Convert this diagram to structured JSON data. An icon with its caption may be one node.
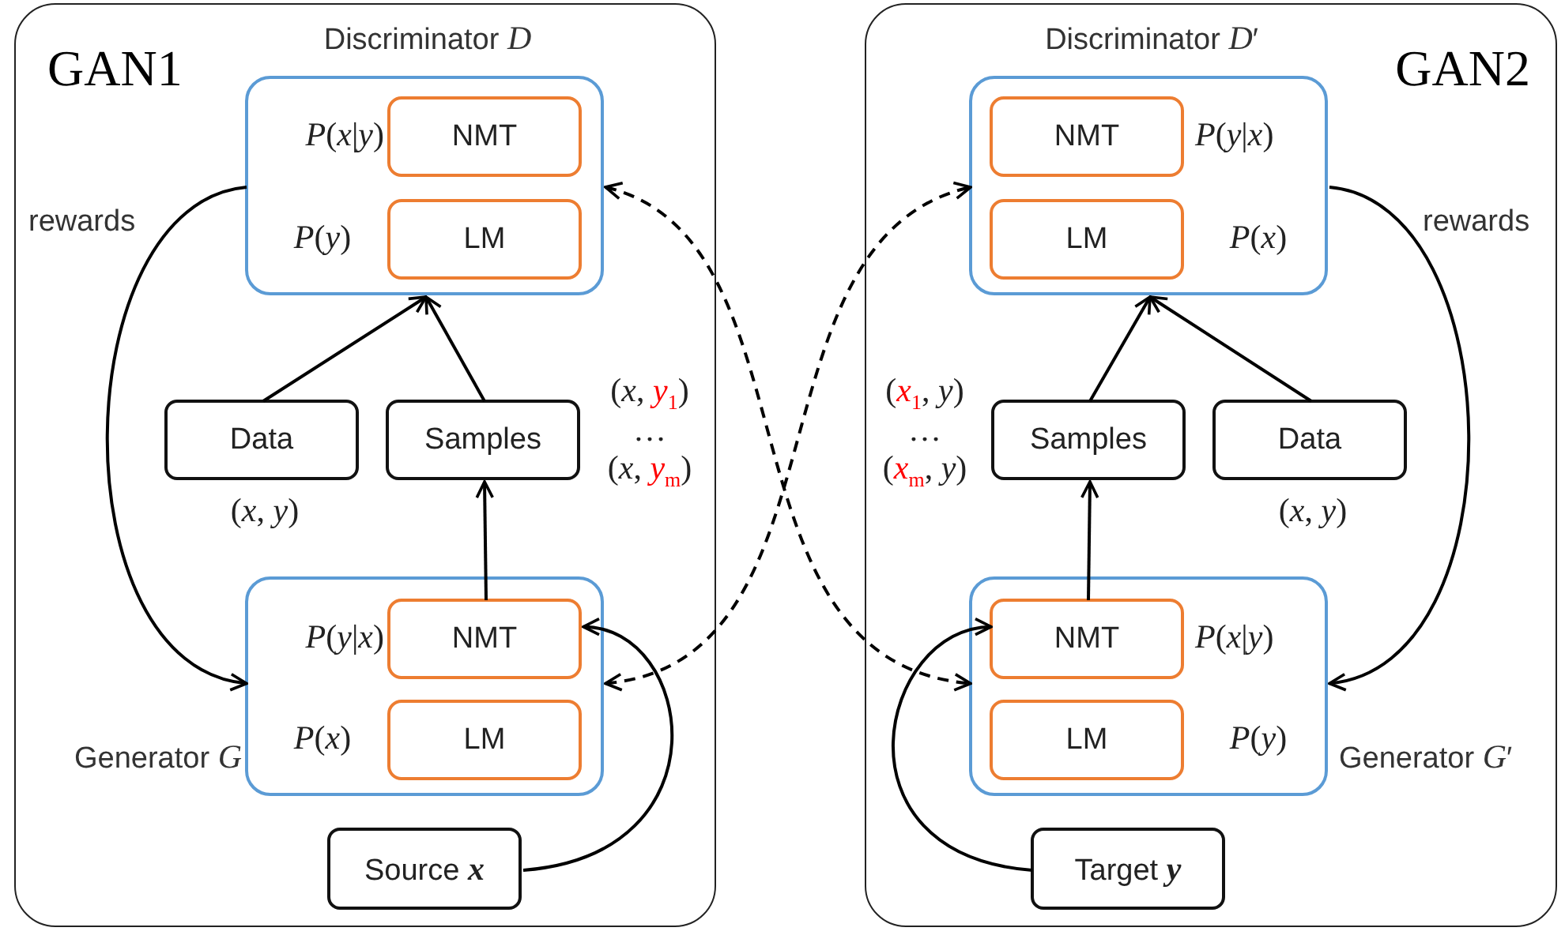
{
  "diagram": {
    "nodes": [
      {
        "text": [
          "GAN1"
        ]
      },
      {
        "text": [
          "Discriminator *D*"
        ],
        "in": 0
      },
      {
        "text": [
          "NMT"
        ],
        "in": 1,
        "beside": [
          "*P*(*x*|*y*)"
        ]
      },
      {
        "text": [
          "LM"
        ],
        "in": 1,
        "beside": [
          "*P*(*y*)"
        ]
      },
      {
        "text": [
          "Data"
        ],
        "in": 0,
        "beside": [
          "(*x*, *y*)"
        ]
      },
      {
        "text": [
          "Samples"
        ],
        "in": 0,
        "beside": [
          "(*x*, *y*$_{1}$)",
          "…",
          "(*x*, *y*$_{m}$)"
        ]
      },
      {
        "text": [
          "Generator *G*"
        ],
        "in": 0
      },
      {
        "text": [
          "NMT"
        ],
        "in": 6,
        "beside": [
          "*P*(*y*|*x*)"
        ]
      },
      {
        "text": [
          "LM"
        ],
        "in": 6,
        "beside": [
          "*P*(*x*)"
        ]
      },
      {
        "text": [
          "Source *x*"
        ],
        "in": 0
      },
      {
        "text": [
          "GAN2"
        ]
      },
      {
        "text": [
          "Discriminator *D*′"
        ],
        "in": 10
      },
      {
        "text": [
          "NMT"
        ],
        "in": 11,
        "beside": [
          "*P*(*y*|*x*)"
        ]
      },
      {
        "text": [
          "LM"
        ],
        "in": 11,
        "beside": [
          "*P*(*x*)"
        ]
      },
      {
        "text": [
          "Samples"
        ],
        "in": 10,
        "beside": [
          "(*x*$_{1}$, *y*)",
          "…",
          "(*x*$_{m}$, *y*)"
        ]
      },
      {
        "text": [
          "Data"
        ],
        "in": 10,
        "beside": [
          "(*x*, *y*)"
        ]
      },
      {
        "text": [
          "Generator *G*′"
        ],
        "in": 10
      },
      {
        "text": [
          "NMT"
        ],
        "in": 16,
        "beside": [
          "*P*(*x*|*y*)"
        ]
      },
      {
        "text": [
          "LM"
        ],
        "in": 16,
        "beside": [
          "*P*(*y*)"
        ]
      },
      {
        "text": [
          "Target *y*"
        ],
        "in": 10
      }
    ],
    "edges": [
      {
        "from": 4,
        "to": 1,
        "arrow": "to"
      },
      {
        "from": 5,
        "to": 1,
        "arrow": "to"
      },
      {
        "from": 7,
        "to": 5,
        "arrow": "to"
      },
      {
        "from": 1,
        "to": 6,
        "arrow": "to",
        "label": "rewards"
      },
      {
        "from": 9,
        "to": 7,
        "arrow": "to"
      },
      {
        "from": 1,
        "to": 16,
        "arrow": "both",
        "style": "dashed"
      },
      {
        "from": 6,
        "to": 11,
        "arrow": "both",
        "style": "dashed"
      },
      {
        "from": 15,
        "to": 11,
        "arrow": "to"
      },
      {
        "from": 14,
        "to": 11,
        "arrow": "to"
      },
      {
        "from": 17,
        "to": 14,
        "arrow": "to"
      },
      {
        "from": 11,
        "to": 16,
        "arrow": "to",
        "label": "rewards"
      },
      {
        "from": 19,
        "to": 17,
        "arrow": "to"
      }
    ]
  }
}
